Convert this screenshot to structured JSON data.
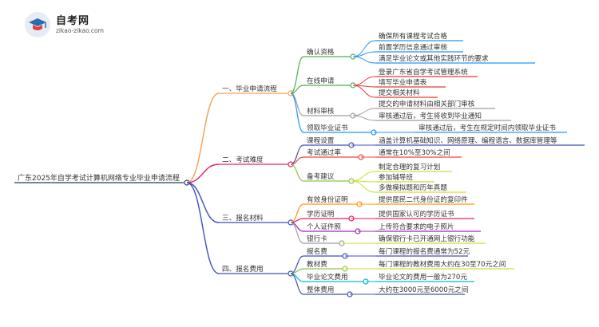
{
  "logo": {
    "title": "自考网",
    "url": "zikao-zikao.com",
    "colors": {
      "blue": "#2b6cb0",
      "red": "#e53e3e",
      "gray": "#9aa5b1"
    }
  },
  "root": "广东2025年自学考试计算机网络专业毕业申请流程",
  "branches": [
    {
      "label": "一、毕业申请流程",
      "color": "#f6a04d",
      "children": [
        {
          "label": "确认资格",
          "color": "#4caf50",
          "leaves": [
            "确保所有课程考试合格",
            "前置学历信息通过审核",
            "满足毕业论文或其他实践环节的要求"
          ],
          "leaf_color": "#2196f3"
        },
        {
          "label": "在线申请",
          "color": "#4caf50",
          "leaves": [
            "登录广东省自学考试管理系统",
            "填写毕业申请表",
            "提交相关材料"
          ],
          "leaf_color": "#e53935"
        },
        {
          "label": "材料审核",
          "color": "#9e9e9e",
          "leaves": [
            "提交的申请材料由相关部门审核",
            "审核通过后，考生将收到毕业通知"
          ],
          "leaf_color": "#9e9e9e"
        },
        {
          "label": "领取毕业证书",
          "color": "#2196f3",
          "leaves": [
            "审核通过后，考生在规定时间内领取毕业证书"
          ],
          "leaf_color": "#2196f3"
        }
      ]
    },
    {
      "label": "二、考试难度",
      "color": "#e91e63",
      "children": [
        {
          "label": "课程设置",
          "color": "#3f51b5",
          "leaves": [
            "涵盖计算机基础知识、网络原理、编程语言、数据库管理等"
          ],
          "leaf_color": "#3f51b5"
        },
        {
          "label": "考试通过率",
          "color": "#f44336",
          "leaves": [
            "通常在10%至30%之间"
          ],
          "leaf_color": "#f44336"
        },
        {
          "label": "备考建议",
          "color": "#8bc34a",
          "leaves": [
            "制定合理的复习计划",
            "参加辅导班",
            "多做模拟题和历年真题"
          ],
          "leaf_color": "#cddc39"
        }
      ]
    },
    {
      "label": "三、报名材料",
      "color": "#3f51b5",
      "children": [
        {
          "label": "有效身份证明",
          "color": "#ff9800",
          "leaves": [
            "提供居民二代身份证的复印件"
          ],
          "leaf_color": "#ff9800"
        },
        {
          "label": "学历证明",
          "color": "#e91e63",
          "leaves": [
            "提供国家认可的学历证书"
          ],
          "leaf_color": "#e91e63"
        },
        {
          "label": "个人证件照",
          "color": "#9c27b0",
          "leaves": [
            "上传符合要求的电子照片"
          ],
          "leaf_color": "#9c27b0"
        },
        {
          "label": "银行卡",
          "color": "#9e9e9e",
          "leaves": [
            "确保银行卡已开通网上银行功能"
          ],
          "leaf_color": "#cddc39"
        }
      ]
    },
    {
      "label": "四、报名费用",
      "color": "#3f51b5",
      "children": [
        {
          "label": "报名费",
          "color": "#3f51b5",
          "leaves": [
            "每门课程的报名费通常为52元"
          ],
          "leaf_color": "#3f51b5"
        },
        {
          "label": "教材费",
          "color": "#8bc34a",
          "leaves": [
            "每门课程的教材费用大约在30至70元之间"
          ],
          "leaf_color": "#cddc39"
        },
        {
          "label": "毕业论文费用",
          "color": "#00bcd4",
          "leaves": [
            "毕业论文的费用一般为270元"
          ],
          "leaf_color": "#00bcd4"
        },
        {
          "label": "整体费用",
          "color": "#3f51b5",
          "leaves": [
            "大约在3000元至6000元之间"
          ],
          "leaf_color": "#3f51b5"
        }
      ]
    }
  ]
}
